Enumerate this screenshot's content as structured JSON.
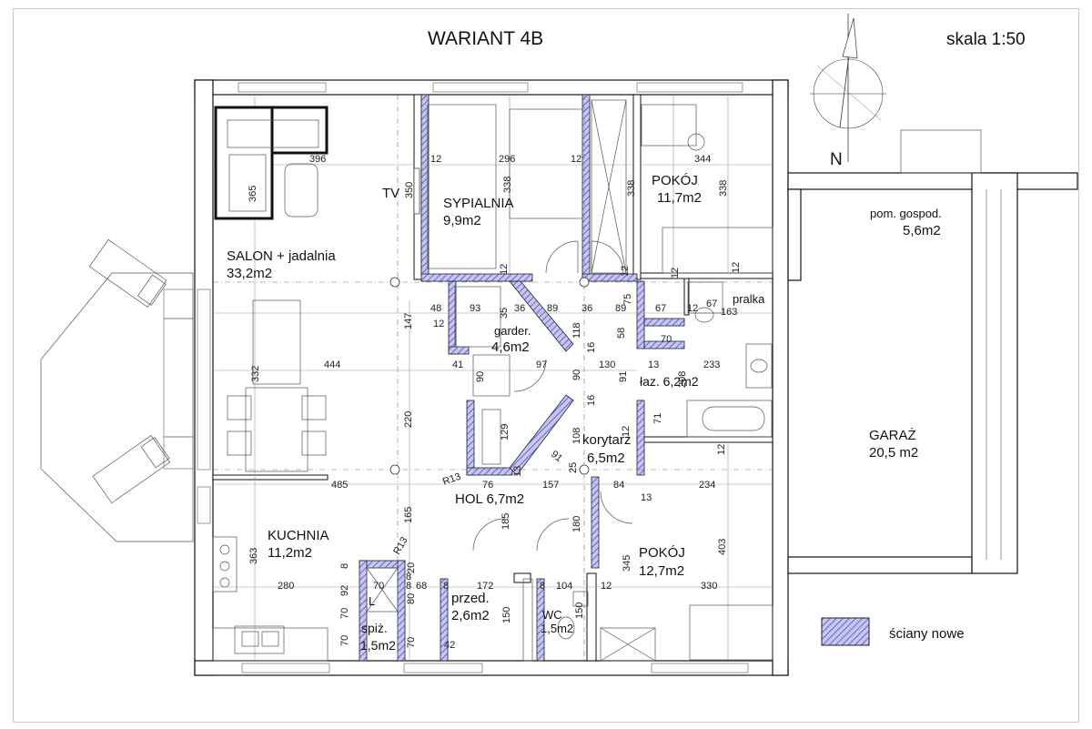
{
  "title": "WARIANT  4B",
  "scale": "skala  1:50",
  "north": "N",
  "legend": {
    "label": "ściany nowe",
    "color": "#5a5ad0"
  },
  "rooms": [
    {
      "name": "SALON + jadalnia",
      "area": "33,2m2"
    },
    {
      "name": "SYPIALNIA",
      "area": "9,9m2"
    },
    {
      "name": "POKÓJ",
      "area": "11,7m2"
    },
    {
      "name": "pom. gospod.",
      "area": "5,6m2"
    },
    {
      "name": "garder.",
      "area": "4,6m2"
    },
    {
      "name": "łaz. 6,2m2",
      "area": ""
    },
    {
      "name": "GARAŻ",
      "area": "20,5 m2"
    },
    {
      "name": "korytarz",
      "area": "6,5m2"
    },
    {
      "name": "HOL 6,7m2",
      "area": ""
    },
    {
      "name": "KUCHNIA",
      "area": "11,2m2"
    },
    {
      "name": "POKÓJ",
      "area": "12,7m2"
    },
    {
      "name": "przed.",
      "area": "2,6m2"
    },
    {
      "name": "WC",
      "area": "1,5m2"
    },
    {
      "name": "spiż.",
      "area": "1,5m2"
    }
  ],
  "labels": {
    "tv": "TV",
    "pralka": "pralka",
    "l": "L"
  },
  "dims": [
    "396",
    "365",
    "350",
    "12",
    "296",
    "338",
    "12",
    "344",
    "338",
    "338",
    "12",
    "12",
    "12",
    "12",
    "48",
    "93",
    "35",
    "36",
    "89",
    "36",
    "89",
    "75",
    "67",
    "12",
    "67",
    "163",
    "147",
    "12",
    "118",
    "58",
    "70",
    "16",
    "332",
    "444",
    "41",
    "90",
    "97",
    "130",
    "13",
    "233",
    "90",
    "91",
    "208",
    "16",
    "71",
    "220",
    "129",
    "108",
    "12",
    "12",
    "485",
    "R13",
    "76",
    "13",
    "157",
    "91",
    "25",
    "84",
    "13",
    "234",
    "165",
    "185",
    "180",
    "345",
    "403",
    "363",
    "280",
    "R13",
    "8",
    "20",
    "8",
    "70",
    "8",
    "68",
    "8",
    "172",
    "8",
    "104",
    "12",
    "330",
    "92",
    "80",
    "70",
    "150",
    "150",
    "70",
    "70",
    "42"
  ]
}
